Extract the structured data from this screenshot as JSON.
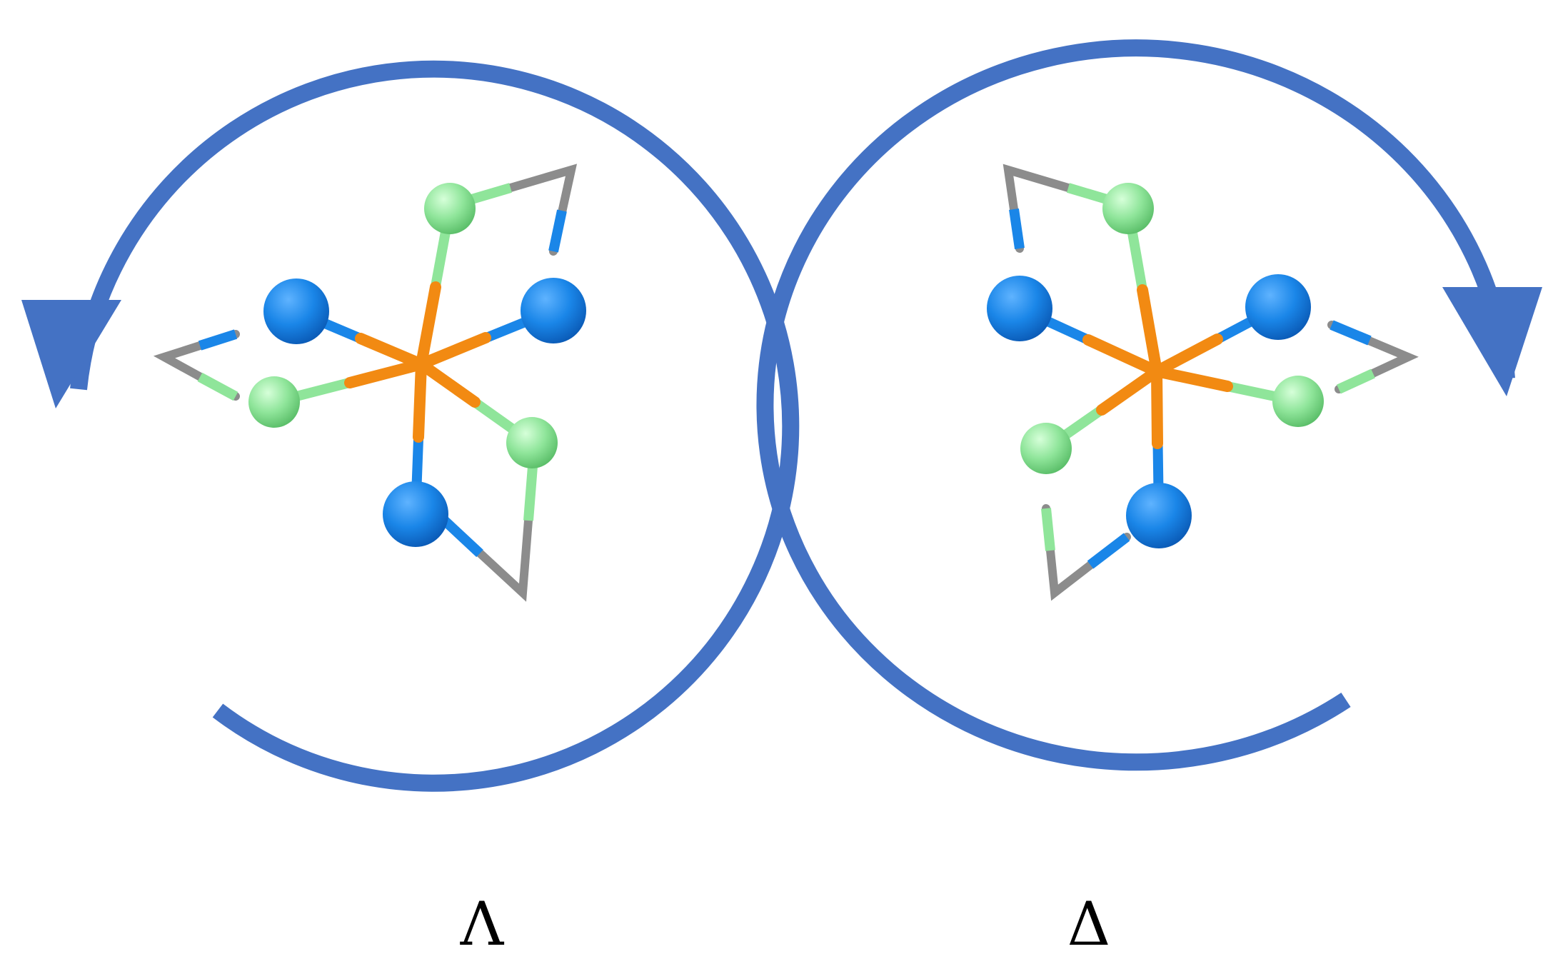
{
  "colors": {
    "arrow": "#4472c4",
    "metal": "#f28a12",
    "nitrogen": "#1a86e8",
    "sulfur": "#8fe59a",
    "carbon": "#8c8c8c"
  },
  "isomers": [
    {
      "label": "Λ",
      "rotation": "counterclockwise",
      "arrow_icon": "counterclockwise-arrow-icon"
    },
    {
      "label": "Δ",
      "rotation": "clockwise",
      "arrow_icon": "clockwise-arrow-icon"
    }
  ]
}
